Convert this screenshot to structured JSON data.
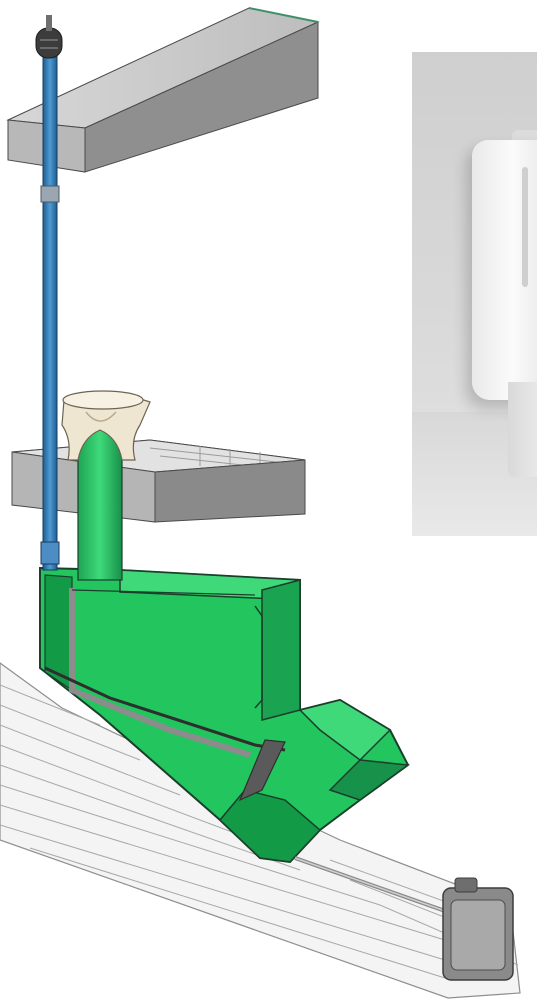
{
  "figure": {
    "components": [
      "roof-slab",
      "vent-pipe",
      "vent-cap",
      "floor-slab",
      "toilet-seat-pedestal",
      "composting-chamber",
      "sloped-ground",
      "drain-line",
      "collection-tank",
      "product-photo"
    ],
    "colors": {
      "chamber_green": "#22c55e",
      "chamber_dark_green": "#139a46",
      "pipe_blue": "#2f6fa8",
      "slab_gray": "#c4c4c4",
      "slab_dark": "#5d5d5d",
      "seat_beige": "#efe6d2",
      "ground_line": "#9a9a9a",
      "tank_gray": "#8a8a8a"
    }
  }
}
